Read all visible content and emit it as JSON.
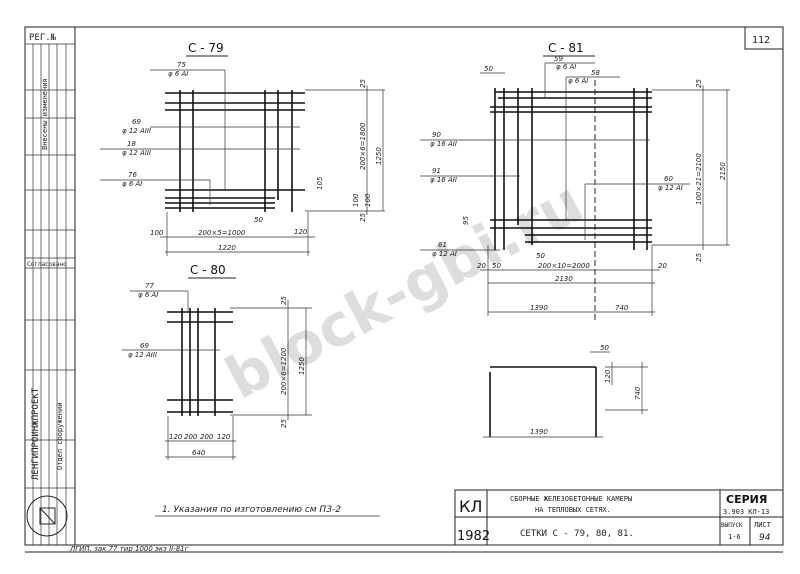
{
  "sheet_number": "112",
  "left_strip": {
    "reg_no": "РЕГ.№",
    "changes_col": "Внесены изменения",
    "approved": "Согласовано",
    "org": "ЛЕНГИПРОИНЖПРОЕКТ",
    "dept": "Отдел сооружений"
  },
  "drawings": {
    "c79": {
      "title": "С - 79",
      "callouts": [
        {
          "pos": "75",
          "spec": "φ 6 AI"
        },
        {
          "pos": "69",
          "spec": "φ 12 AIII"
        },
        {
          "pos": "18",
          "spec": "φ 12 AIII"
        },
        {
          "pos": "76",
          "spec": "φ 6 AI"
        }
      ],
      "dims": {
        "top": "25",
        "mid": "200×6=1800",
        "total": "1250",
        "gap": "105",
        "b1": "100",
        "b2": "100",
        "bottom": "25",
        "d50": "50",
        "left": "100",
        "span": "200×5=1000",
        "right": "120",
        "width": "1220"
      }
    },
    "c80": {
      "title": "С - 80",
      "callouts": [
        {
          "pos": "77",
          "spec": "φ 6 AI"
        },
        {
          "pos": "69",
          "spec": "φ 12 AIII"
        }
      ],
      "dims": {
        "top": "25",
        "mid": "200×6=1200",
        "total": "1250",
        "bottom": "25",
        "s1": "120",
        "s2": "200",
        "s3": "200",
        "s4": "120",
        "width": "640"
      }
    },
    "c81": {
      "title": "С - 81",
      "callouts": [
        {
          "pos": "59",
          "spec": "φ 6 AI"
        },
        {
          "pos": "58",
          "spec": "φ 6 AI"
        },
        {
          "pos": "90",
          "spec": "φ 16 AII"
        },
        {
          "pos": "91",
          "spec": "φ 16 AII"
        },
        {
          "pos": "60",
          "spec": "φ 12 AI"
        },
        {
          "pos": "61",
          "spec": "φ 12 AI"
        }
      ],
      "dims": {
        "d50top": "50",
        "top": "25",
        "mid": "100×21=2100",
        "total": "2150",
        "bottom": "25",
        "d95": "95",
        "d50b": "50",
        "left": "20",
        "d50l": "50",
        "span": "200×10=2000",
        "right": "20",
        "width": "2130",
        "part1": "1390",
        "part2": "740"
      }
    },
    "detail": {
      "d50": "50",
      "d120": "120",
      "height": "740",
      "width": "1390"
    }
  },
  "note": "1. Указания по изготовлению см ПЗ-2",
  "print_line": "ЛГИП. зак 77 тир 1000 экз II-81г",
  "title_block": {
    "code": "КЛ",
    "year": "1982",
    "project": "СБОРНЫЕ ЖЕЛЕЗОБЕТОННЫЕ КАМЕРЫ",
    "project2": "НА ТЕПЛОВЫХ СЕТЯХ.",
    "sheet_title": "СЕТКИ   С - 79, 80, 81.",
    "series_label": "СЕРИЯ",
    "series_value": "3.903 КЛ-13",
    "issue_label": "ВЫПУСК",
    "issue_value": "1-6",
    "sheet_label": "ЛИСТ",
    "sheet_value": "94"
  },
  "watermark": "block-gbi.ru"
}
